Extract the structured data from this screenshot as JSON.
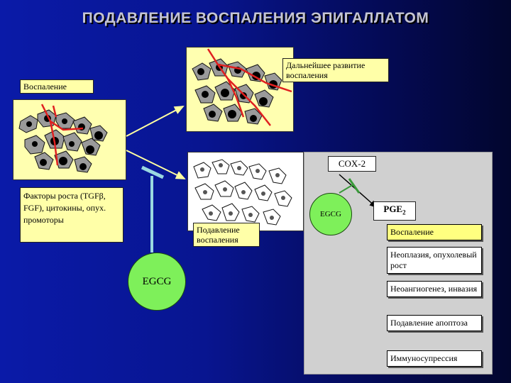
{
  "title": "ПОДАВЛЕНИЕ ВОСПАЛЕНИЯ ЭПИГАЛЛАТОМ",
  "labels": {
    "inflammation": "Воспаление",
    "further_development": "Дальнейшее развитие воспаления",
    "factors": "Факторы роста (TGFβ, FGF), цитокины, опух. промоторы",
    "suppression": "Подавление воспаления",
    "cox2": "COX-2",
    "egcg_small": "EGCG",
    "egcg_large": "EGCG",
    "pge2": "PGE",
    "pge2_sub": "2"
  },
  "effects": [
    "Воспаление",
    "Неоплазия, опухолевый рост",
    "Неоангиогенез, инвазия",
    "Подавление апоптоза",
    "Иммуносупрессия"
  ],
  "colors": {
    "background": "#0a1aa8",
    "label_yellow": "#ffffa8",
    "circle_green": "#7ef05a",
    "panel_gray": "#d0d0d0",
    "inhibitor_bar": "#9ad8e0",
    "arrow_yellow": "#ffffa0"
  }
}
